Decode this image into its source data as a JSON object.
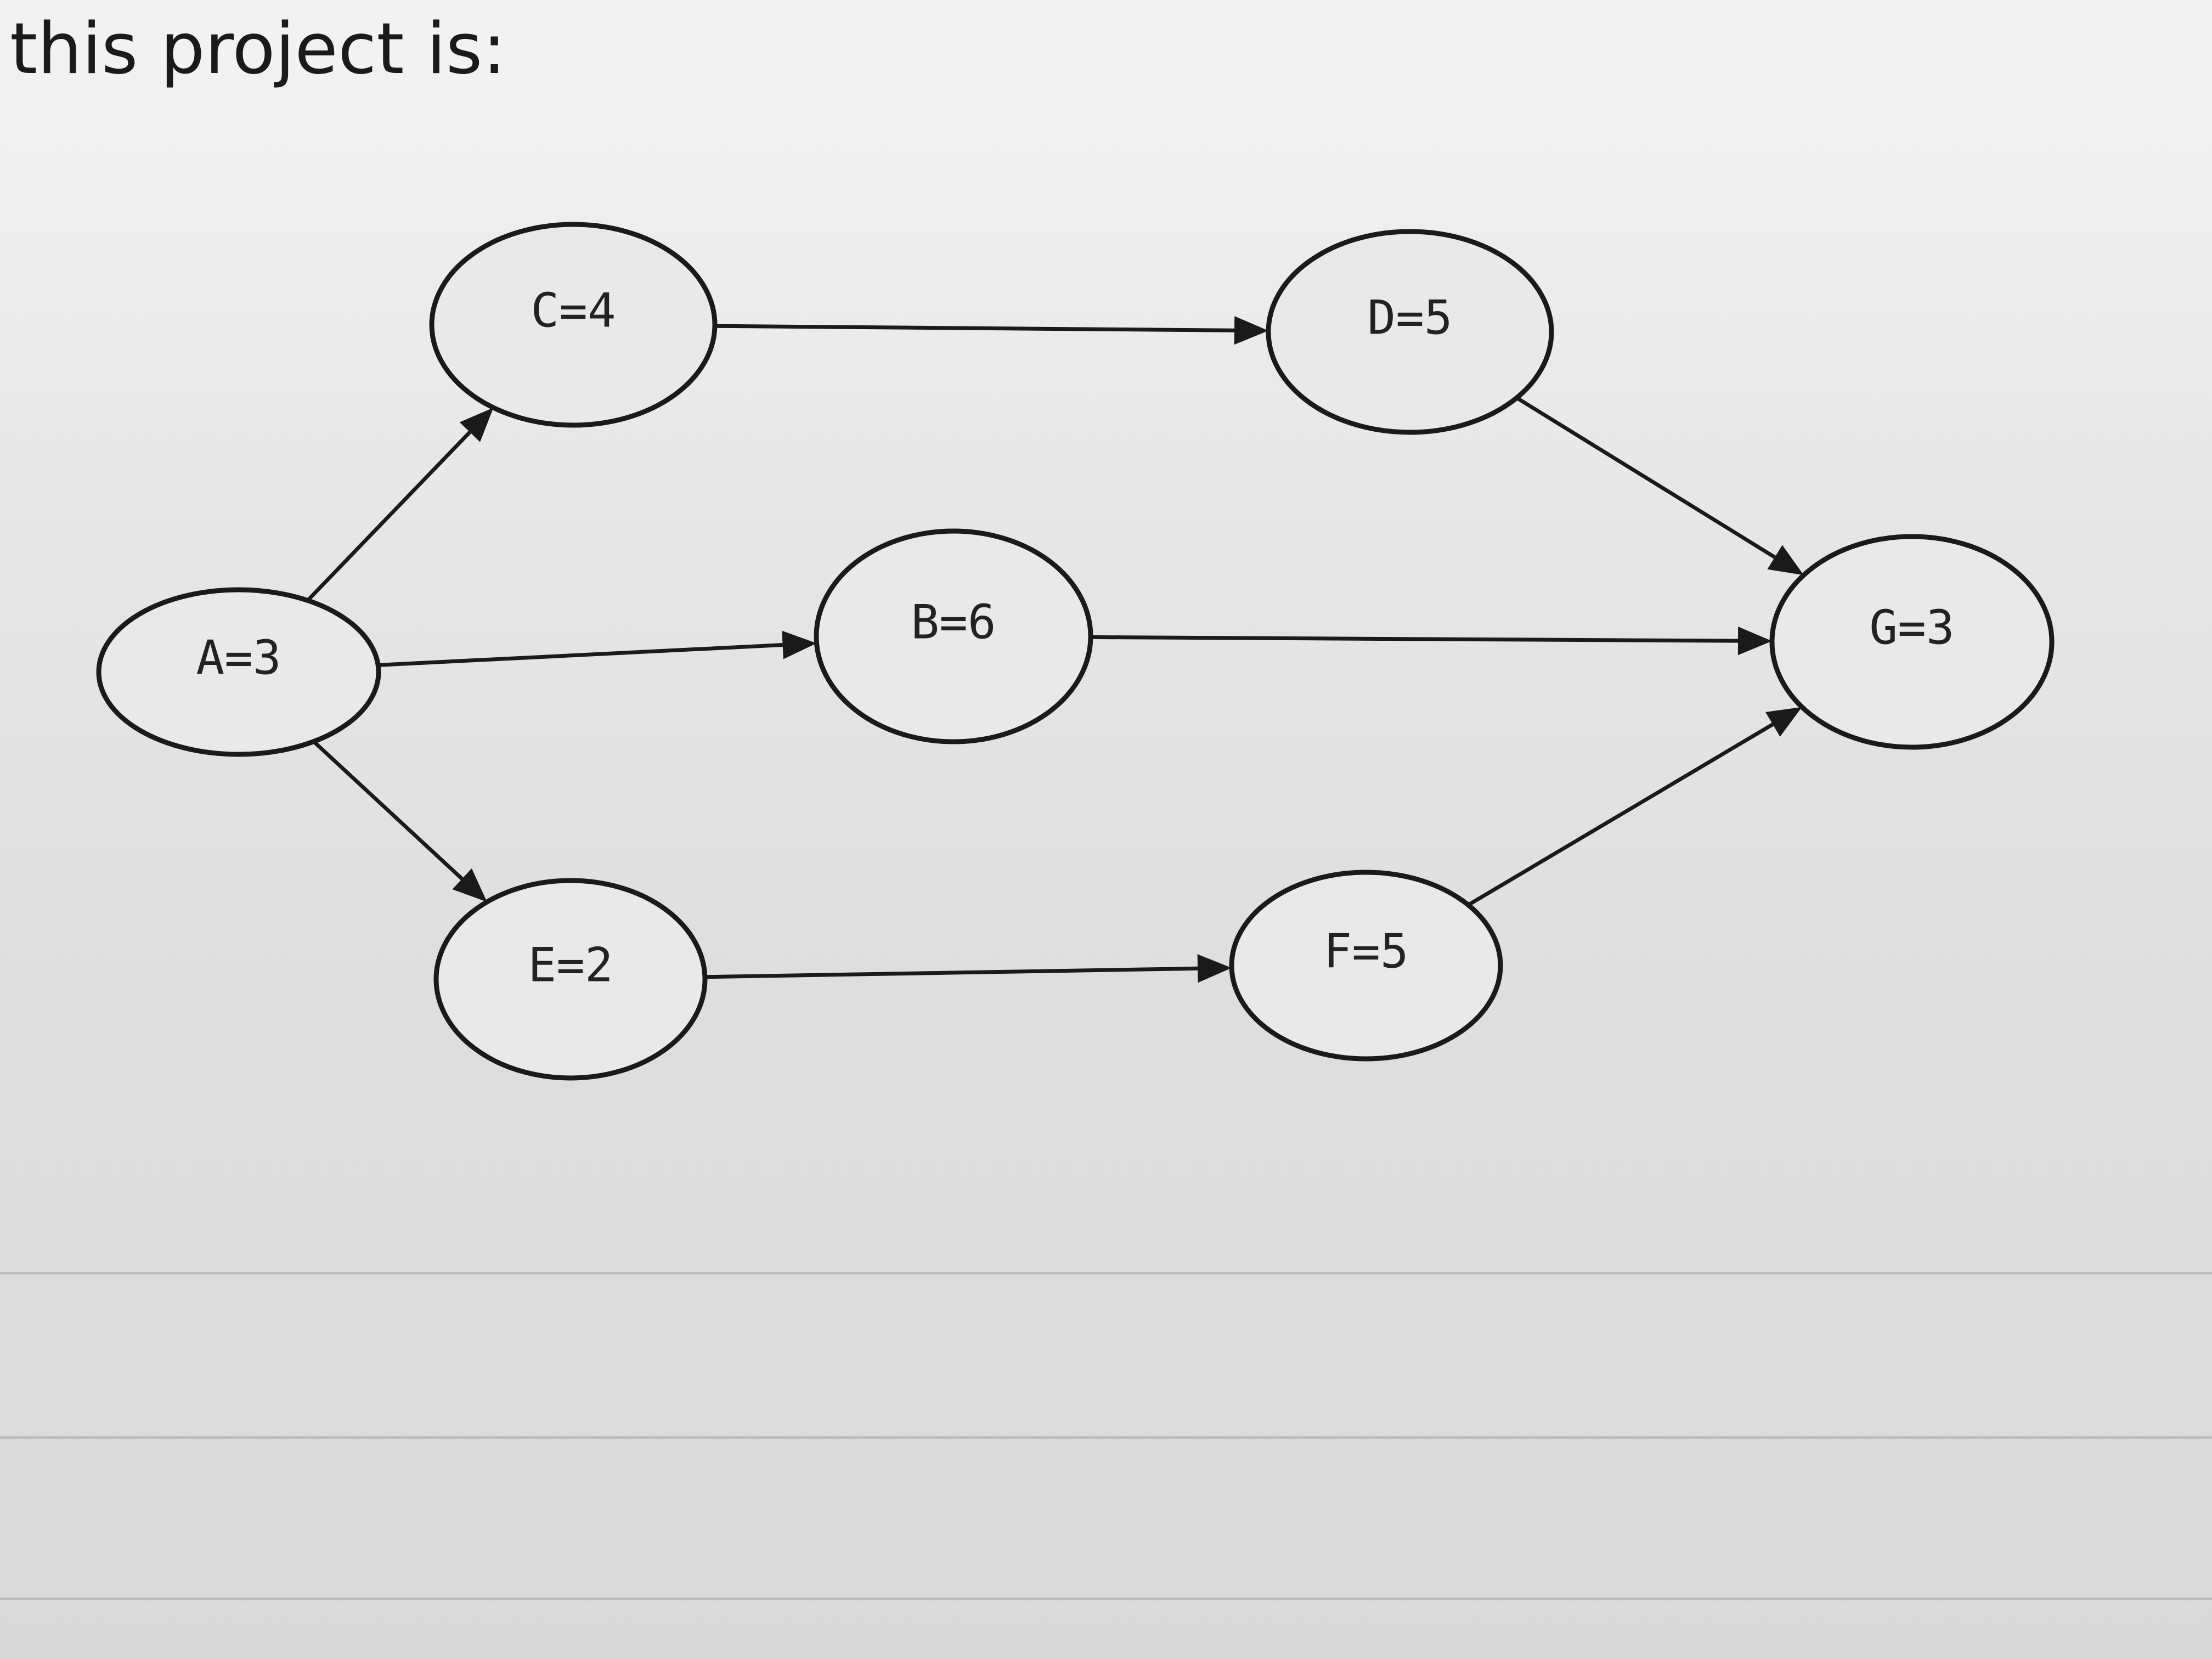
{
  "question": {
    "text": "this project is:"
  },
  "diagram": {
    "nodes": [
      {
        "id": "A",
        "label": "A=3"
      },
      {
        "id": "C",
        "label": "C=4"
      },
      {
        "id": "D",
        "label": "D=5"
      },
      {
        "id": "B",
        "label": "B=6"
      },
      {
        "id": "G",
        "label": "G=3"
      },
      {
        "id": "E",
        "label": "E=2"
      },
      {
        "id": "F",
        "label": "F=5"
      }
    ],
    "edges": [
      {
        "from": "A",
        "to": "C"
      },
      {
        "from": "A",
        "to": "B"
      },
      {
        "from": "A",
        "to": "E"
      },
      {
        "from": "C",
        "to": "D"
      },
      {
        "from": "D",
        "to": "G"
      },
      {
        "from": "B",
        "to": "G"
      },
      {
        "from": "E",
        "to": "F"
      },
      {
        "from": "F",
        "to": "G"
      }
    ]
  }
}
